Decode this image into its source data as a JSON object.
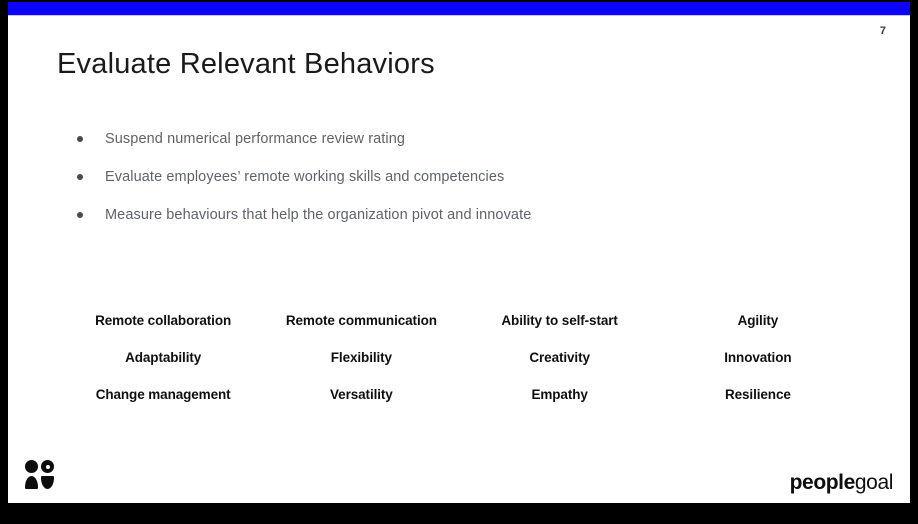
{
  "slide": {
    "page_number": "7",
    "title": "Evaluate Relevant Behaviors",
    "bullets": [
      "Suspend numerical performance review rating",
      "Evaluate employees’ remote working skills and competencies",
      "Measure behaviours that help the organization pivot and innovate"
    ],
    "skills": {
      "rows": [
        [
          "Remote collaboration",
          "Remote communication",
          "Ability to self-start",
          "Agility"
        ],
        [
          "Adaptability",
          "Flexibility",
          "Creativity",
          "Innovation"
        ],
        [
          "Change management",
          "Versatility",
          "Empathy",
          "Resilience"
        ]
      ]
    },
    "footer": {
      "logo_bold": "people",
      "logo_light": "goal"
    },
    "colors": {
      "top_bar_blue": "#0b04f8",
      "frame_black": "#000000",
      "bullet_gray": "#5f6368",
      "skill_black": "#101010",
      "background_white": "#ffffff"
    }
  }
}
